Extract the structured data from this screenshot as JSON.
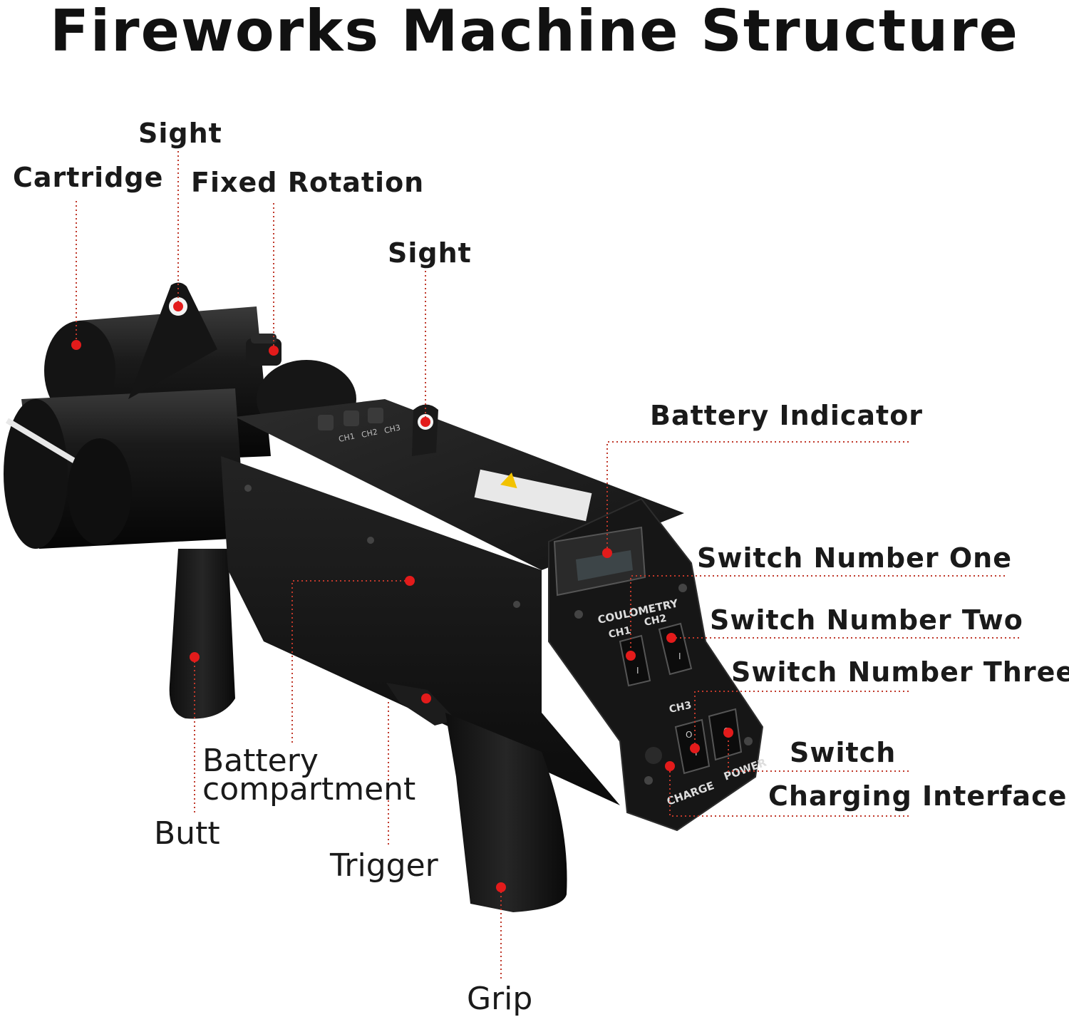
{
  "title": "Fireworks Machine Structure",
  "labels": {
    "cartridge": "Cartridge",
    "sight_top": "Sight",
    "fixed_rotation": "Fixed Rotation",
    "sight_mid": "Sight",
    "battery_indicator": "Battery Indicator",
    "switch_one": "Switch Number One",
    "switch_two": "Switch Number Two",
    "switch_three": "Switch Number Three",
    "switch": "Switch",
    "charging_interface": "Charging Interface",
    "battery_compartment_1": "Battery",
    "battery_compartment_2": "compartment",
    "butt": "Butt",
    "trigger": "Trigger",
    "grip": "Grip"
  },
  "panel_text": {
    "coulometry": "COULOMETRY",
    "ch1": "CH1",
    "ch2": "CH2",
    "ch3": "CH3",
    "charge": "CHARGE",
    "power": "POWER",
    "switch_off": "O",
    "switch_on": "I",
    "top_ch_1": "CH1",
    "top_ch_2": "CH2",
    "top_ch_3": "CH3"
  },
  "colors": {
    "leader": "#c0392b",
    "dot": "#e31b1b",
    "body": "#1c1c1c"
  }
}
